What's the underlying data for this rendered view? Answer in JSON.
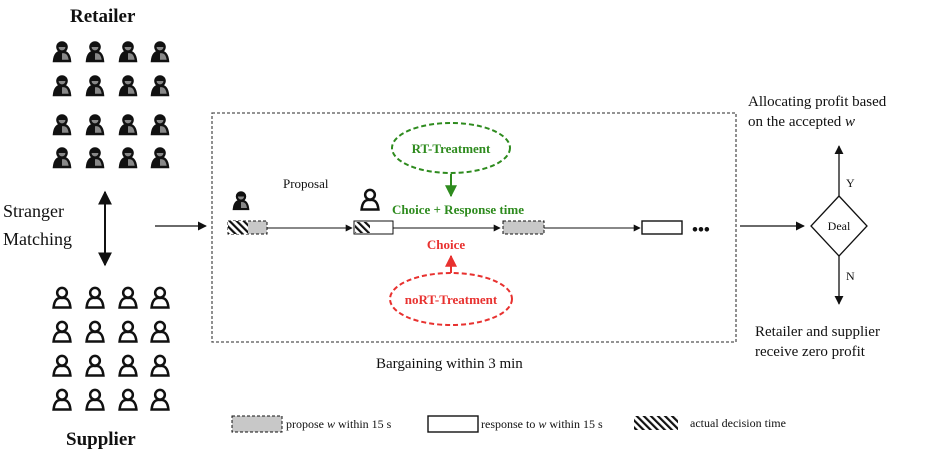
{
  "retailer_label": "Retailer",
  "supplier_label": "Supplier",
  "stranger_matching": [
    "Stranger",
    "Matching"
  ],
  "proposal_label": "Proposal",
  "rt_treatment": "RT-Treatment",
  "nort_treatment": "noRT-Treatment",
  "choice_response": "Choice + Response time",
  "choice": "Choice",
  "ellipsis": "•••",
  "bargaining_label": "Bargaining within 3 min",
  "deal_label": "Deal",
  "yes_label": "Y",
  "no_label": "N",
  "allocating": [
    "Allocating  profit based",
    "on the accepted "
  ],
  "w_symbol": "w",
  "zero_profit": [
    "Retailer and supplier",
    "receive  zero profit"
  ],
  "legend": {
    "propose_prefix": "propose ",
    "propose_suffix": " within 15 s",
    "response_prefix": "response to ",
    "response_suffix": " within 15 s",
    "actual": "actual decision time"
  },
  "colors": {
    "rt": "#2e8b1e",
    "nort": "#e8312f",
    "ink": "#111111",
    "gray_fill": "#c8c8c8",
    "frame": "#555555"
  },
  "icons": {
    "retailer": "retailer-person-icon",
    "supplier": "supplier-person-icon"
  }
}
